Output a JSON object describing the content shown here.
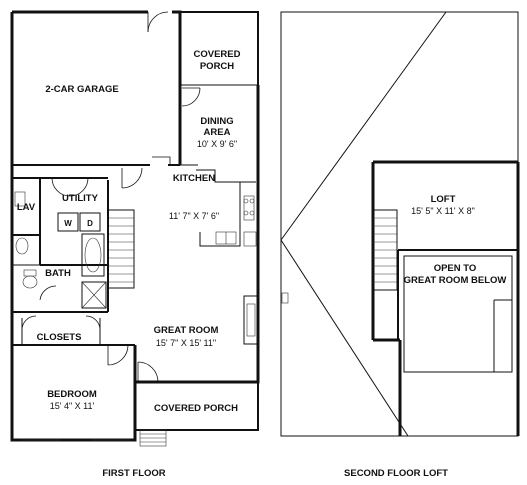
{
  "first_floor": {
    "caption": "FIRST FLOOR",
    "garage": {
      "label": "2-CAR GARAGE"
    },
    "covered_porch_top": {
      "label_line1": "COVERED",
      "label_line2": "PORCH"
    },
    "dining": {
      "label_line1": "DINING",
      "label_line2": "AREA",
      "dimensions": "10' X 9' 6\""
    },
    "kitchen": {
      "label": "KITCHEN",
      "dimensions": "11' 7\" X 7' 6\""
    },
    "utility": {
      "label": "UTILITY",
      "washer": "W",
      "dryer": "D"
    },
    "lav": {
      "label": "LAV"
    },
    "bath": {
      "label": "BATH"
    },
    "closets": {
      "label": "CLOSETS"
    },
    "great_room": {
      "label": "GREAT ROOM",
      "dimensions": "15' 7\" X 15' 11\""
    },
    "bedroom": {
      "label": "BEDROOM",
      "dimensions": "15' 4\" X 11'"
    },
    "covered_porch_bottom": {
      "label": "COVERED PORCH"
    }
  },
  "second_floor": {
    "caption": "SECOND FLOOR LOFT",
    "loft": {
      "label": "LOFT",
      "dimensions": "15' 5\" X 11' X 8\""
    },
    "open_to_below": {
      "label_line1": "OPEN TO",
      "label_line2": "GREAT ROOM BELOW"
    }
  }
}
